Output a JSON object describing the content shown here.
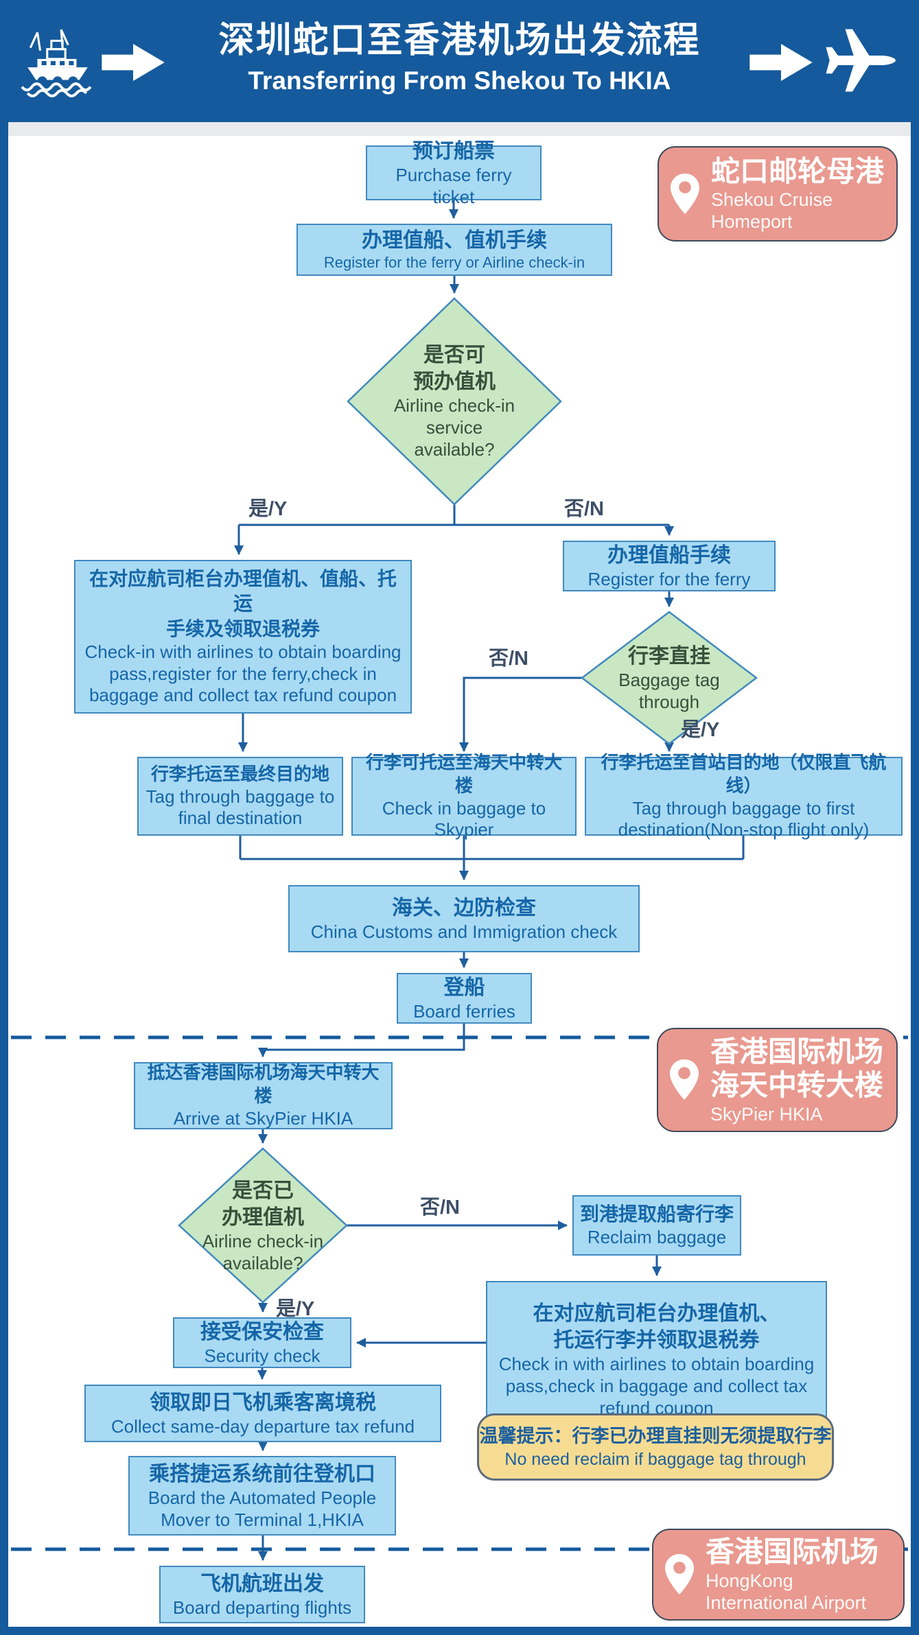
{
  "header": {
    "title_cn": "深圳蛇口至香港机场出发流程",
    "title_en": "Transferring From Shekou To HKIA"
  },
  "labels": {
    "yes": "是/Y",
    "no": "否/N"
  },
  "nodes": {
    "purchase": {
      "cn": "预订船票",
      "en": "Purchase ferry ticket"
    },
    "register": {
      "cn": "办理值船、值机手续",
      "en": "Register for the ferry or Airline check-in"
    },
    "d1": {
      "cn1": "是否可",
      "cn2": "预办值机",
      "en1": "Airline check-in",
      "en2": "service",
      "en3": "available?"
    },
    "counter": {
      "cn1": "在对应航司柜台办理值机、值船、托运",
      "cn2": "手续及领取退税券",
      "en": "Check-in with airlines to obtain boarding pass,register for the ferry,check in baggage and collect tax refund coupon"
    },
    "register_ferry": {
      "cn": "办理值船手续",
      "en": "Register for the ferry"
    },
    "d2": {
      "cn": "行李直挂",
      "en1": "Baggage tag",
      "en2": "through"
    },
    "tag_final": {
      "cn": "行李托运至最终目的地",
      "en": "Tag through baggage to final destination"
    },
    "checkin_skypier": {
      "cn": "行李可托运至海天中转大楼",
      "en": "Check in baggage to Skypier"
    },
    "tag_first": {
      "cn": "行李托运至首站目的地（仅限直飞航线）",
      "en": "Tag through baggage to first destination(Non-stop flight only)"
    },
    "customs": {
      "cn": "海关、边防检查",
      "en": "China Customs and Immigration check"
    },
    "board_ferries": {
      "cn": "登船",
      "en": "Board ferries"
    },
    "arrive": {
      "cn": "抵达香港国际机场海天中转大楼",
      "en": "Arrive at SkyPier HKIA"
    },
    "d3": {
      "cn1": "是否已",
      "cn2": "办理值机",
      "en1": "Airline check-in",
      "en2": "available?"
    },
    "reclaim": {
      "cn": "到港提取船寄行李",
      "en": "Reclaim baggage"
    },
    "checkin_air": {
      "cn1": "在对应航司柜台办理值机、",
      "cn2": "托运行李并领取退税券",
      "en": "Check in with airlines to obtain boarding pass,check in baggage and collect tax refund coupon"
    },
    "security": {
      "cn": "接受保安检查",
      "en": "Security check"
    },
    "tax": {
      "cn": "领取即日飞机乘客离境税",
      "en": "Collect same-day departure tax refund"
    },
    "apm": {
      "cn": "乘搭捷运系统前往登机口",
      "en": "Board the Automated People Mover to Terminal 1,HKIA"
    },
    "depart": {
      "cn": "飞机航班出发",
      "en": "Board departing flights"
    }
  },
  "badges": {
    "shekou": {
      "cn": "蛇口邮轮母港",
      "en": "Shekou Cruise Homeport"
    },
    "skypier": {
      "cn1": "香港国际机场",
      "cn2": "海天中转大楼",
      "en": "SkyPier HKIA"
    },
    "hkia": {
      "cn": "香港国际机场",
      "en": "HongKong International Airport"
    }
  },
  "note": {
    "cn": "温馨提示：行李已办理直挂则无须提取行李",
    "en": "No need reclaim if baggage tag through"
  },
  "colors": {
    "header_bg": "#155a9c",
    "box_fill": "#a9daf3",
    "box_border": "#4189bf",
    "box_text": "#1566a7",
    "diamond_fill": "#c9e7c2",
    "diamond_border": "#4189bf",
    "diamond_text": "#35503c",
    "badge_fill": "#e9998f",
    "badge_border": "#3e4a5c",
    "note_fill": "#f6dc92",
    "note_border": "#5d6b7d",
    "note_text": "#1d5f9e",
    "line": "#1f5e9e",
    "label_text": "#3d4f66"
  }
}
